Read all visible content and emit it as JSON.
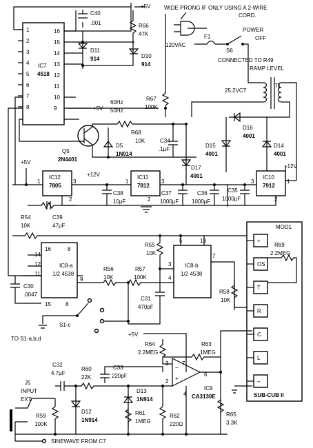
{
  "notes": {
    "wide_prong": "WIDE PRONG IF ONLY USING A 2-WIRE",
    "cord": "CORD.",
    "connected_1": "CONNECTED TO R49",
    "connected_2": "RAMP LEVEL",
    "to_s1": "TO S1-a,b,d",
    "sinewave": "SINEWAVE FROM C7",
    "vac": "120VAC"
  },
  "rails": {
    "p5a": "+5V",
    "p5b": "+5V",
    "p5c": "+5V",
    "p5d": "+5V",
    "p12": "+12V",
    "m12": "-12V"
  },
  "ic7": {
    "name": "IC7",
    "part": "4518",
    "left_pins": [
      "1",
      "2",
      "3",
      "4",
      "5",
      "6",
      "7",
      "8"
    ],
    "right_pins": [
      "16",
      "15",
      "14",
      "13",
      "12",
      "11",
      "10",
      "9"
    ]
  },
  "ic7_labels": {
    "hz60": "60Hz",
    "hz50": "50Hz"
  },
  "q5": {
    "name": "Q5",
    "part": "2N4401"
  },
  "regs": {
    "ic12": {
      "name": "IC12",
      "part": "7805"
    },
    "ic11": {
      "name": "IC11",
      "part": "7812"
    },
    "ic10": {
      "name": "IC10",
      "part": "7912"
    }
  },
  "ic8a": {
    "name": "IC8-a",
    "part": "1/2  4538"
  },
  "ic8b": {
    "name": "IC8-b",
    "part": "1/2  4538"
  },
  "ic9": {
    "name": "IC9",
    "part": "CA3130E"
  },
  "pins": {
    "reg_1": "1",
    "reg_2": "2",
    "reg_3": "3",
    "a16": "16",
    "a8": "8",
    "a14": "14",
    "a12": "12",
    "a11": "11",
    "a15": "15",
    "a9": "9",
    "b5": "5",
    "b13": "13",
    "b3": "3",
    "b4": "4",
    "b7": "7",
    "o7": "7",
    "o3": "3",
    "o2": "2",
    "o6": "6",
    "o4": "4"
  },
  "components": {
    "c40": [
      "C40",
      ".001"
    ],
    "r66": [
      "R66",
      "47K"
    ],
    "d11": [
      "D11",
      "914"
    ],
    "d10": [
      "D10",
      "914"
    ],
    "r67": [
      "R67",
      "100K"
    ],
    "r68": [
      "R68",
      "10K"
    ],
    "d5": [
      "D5",
      "1N914"
    ],
    "c34": [
      "C34",
      ".1µF"
    ],
    "f1": [
      "F1",
      ""
    ],
    "s6": [
      "S6",
      ""
    ],
    "power": [
      "POWER",
      "OFF"
    ],
    "t1": [
      "T1",
      "25.2VCT"
    ],
    "d16": [
      "D16",
      "4001"
    ],
    "d15": [
      "D15",
      "4001"
    ],
    "d14": [
      "D14",
      "4001"
    ],
    "d17": [
      "D17",
      "4001"
    ],
    "c38": [
      "C38",
      "10µF"
    ],
    "c37": [
      "C37",
      "1000µF"
    ],
    "c36": [
      "C36",
      "1000µF"
    ],
    "c35": [
      "C35",
      "1000µF"
    ],
    "r54": [
      "R54",
      "10K"
    ],
    "c39": [
      "C39",
      "47µF"
    ],
    "c30": [
      "C30",
      ".0047"
    ],
    "r55": [
      "R55",
      "10K"
    ],
    "r56": [
      "R56",
      "10K"
    ],
    "r57": [
      "R57",
      "100K"
    ],
    "c31": [
      "C31",
      "470pF"
    ],
    "r58": [
      "R58",
      "10K"
    ],
    "r69": [
      "R69",
      "2.2MEG"
    ],
    "s1c": [
      "S1-c",
      ""
    ],
    "r64": [
      "R64",
      "2.2MEG"
    ],
    "r63": [
      "R63",
      "1MEG"
    ],
    "c32": [
      "C32",
      "4.7µF"
    ],
    "r60": [
      "R60",
      "22K"
    ],
    "c33": [
      "C33",
      "220pF"
    ],
    "d13": [
      "D13",
      "1N914"
    ],
    "d12": [
      "D12",
      "1N914"
    ],
    "r59": [
      "R59",
      "100K"
    ],
    "r61": [
      "R61",
      "1MEG"
    ],
    "r62": [
      "R62",
      "220Ω"
    ],
    "r65": [
      "R65",
      "3.3K"
    ],
    "j5": [
      "J5",
      "INPUT"
    ],
    "ext": [
      "EXT.",
      ""
    ]
  },
  "mod1": {
    "name": "MOD1",
    "sub": "SUB-CUB II",
    "pads": [
      "+",
      "OS",
      "T",
      "R",
      "C",
      "L",
      "–"
    ]
  }
}
